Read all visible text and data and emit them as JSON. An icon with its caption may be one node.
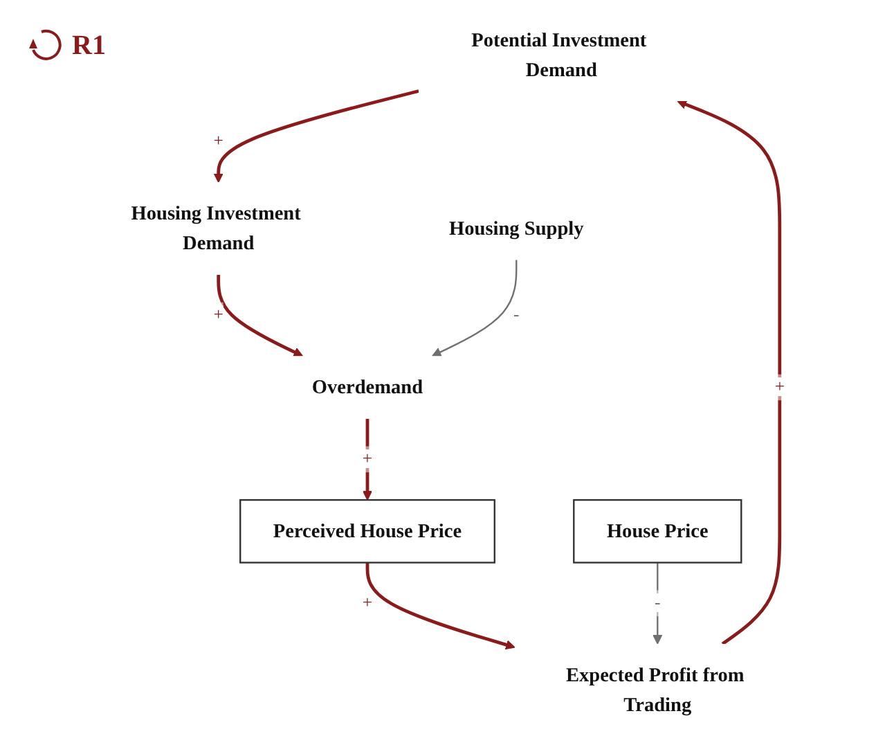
{
  "diagram": {
    "nodes": [
      {
        "text": [
          "Potential Investment Demand"
        ]
      },
      {
        "text": [
          "Housing Investment Demand"
        ]
      },
      {
        "text": [
          "Overdemand"
        ]
      },
      {
        "text": [
          "Perceived House Price"
        ]
      },
      {
        "text": [
          "Expected Profit from Trading"
        ]
      },
      {
        "text": [
          "House Price"
        ]
      },
      {
        "text": [
          "Housing Supply"
        ]
      }
    ],
    "edges": [
      {
        "from": 0,
        "to": 1,
        "arrow": "to",
        "label": "+"
      },
      {
        "from": 1,
        "to": 2,
        "arrow": "to",
        "label": "+"
      },
      {
        "from": 2,
        "to": 3,
        "arrow": "to",
        "label": "+"
      },
      {
        "from": 3,
        "to": 4,
        "arrow": "to",
        "label": "+"
      },
      {
        "from": 4,
        "to": 0,
        "arrow": "to",
        "label": "+"
      },
      {
        "from": 5,
        "to": 4,
        "arrow": "to",
        "label": "-",
        "color": "#707070"
      },
      {
        "from": 6,
        "to": 2,
        "arrow": "to",
        "label": "-",
        "color": "#707070"
      }
    ],
    "labels": [
      "R1"
    ]
  }
}
